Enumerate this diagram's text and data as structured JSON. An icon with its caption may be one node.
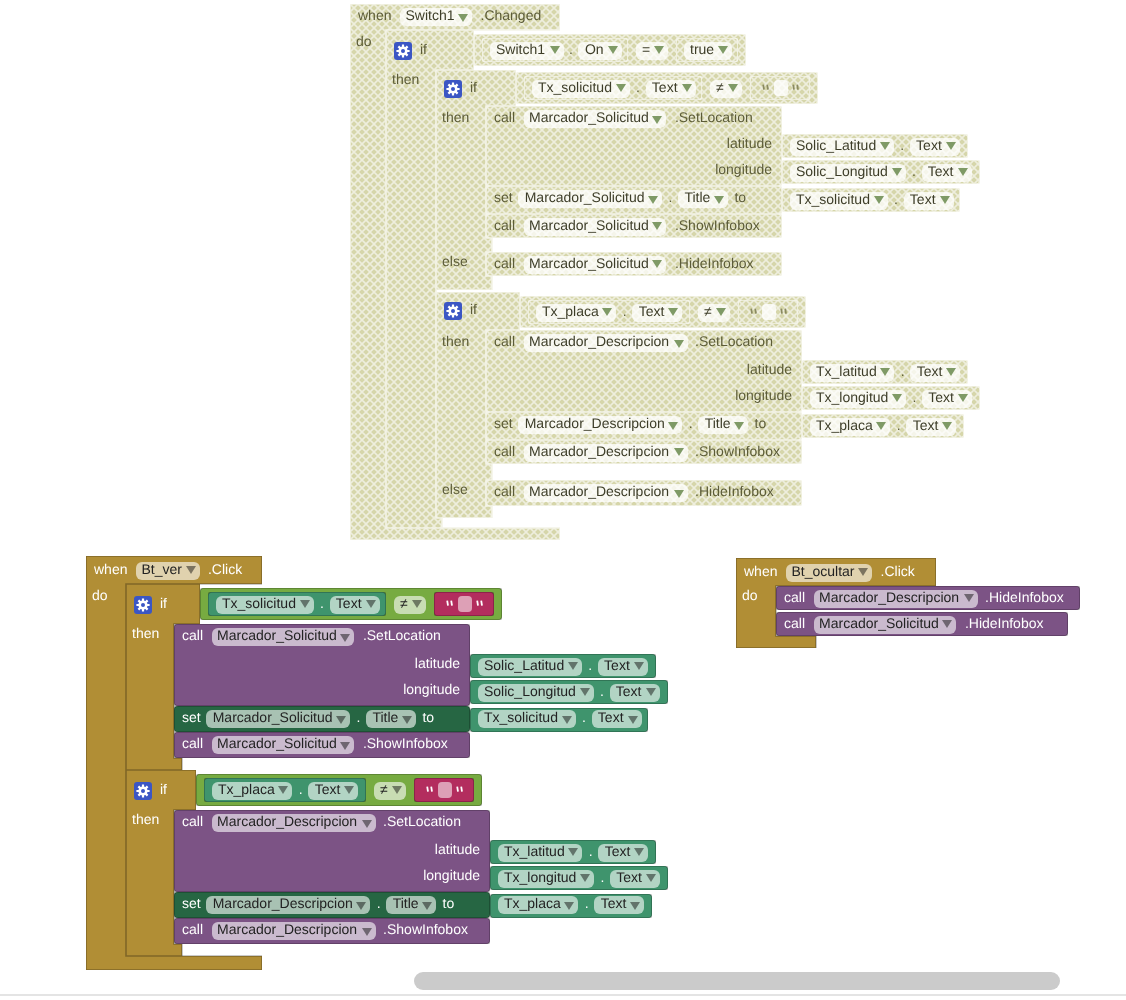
{
  "diagram": {
    "nodes": [
      {
        "text": [
          "when",
          "Switch1",
          ".Changed",
          "do"
        ]
      },
      {
        "text": [
          "if",
          "then"
        ]
      },
      {
        "text": [
          "="
        ]
      },
      {
        "text": [
          "Switch1",
          ".",
          "On"
        ],
        "in": 2
      },
      {
        "text": [
          "true"
        ],
        "in": 2
      },
      {
        "text": [
          "if",
          "then",
          "else"
        ]
      },
      {
        "text": [
          "≠"
        ]
      },
      {
        "text": [
          "Tx_solicitud",
          ".",
          "Text"
        ],
        "in": 6
      },
      {
        "text": [],
        "shape": "box",
        "in": 6
      },
      {
        "text": [
          "call",
          "Marcador_Solicitud",
          ".SetLocation",
          "latitude",
          "longitude"
        ]
      },
      {
        "text": [
          "Solic_Latitud",
          ".",
          "Text"
        ]
      },
      {
        "text": [
          "Solic_Longitud",
          ".",
          "Text"
        ]
      },
      {
        "text": [
          "set",
          "Marcador_Solicitud",
          ".",
          "Title",
          "to"
        ]
      },
      {
        "text": [
          "Tx_solicitud",
          ".",
          "Text"
        ]
      },
      {
        "text": [
          "call",
          "Marcador_Solicitud",
          ".ShowInfobox"
        ]
      },
      {
        "text": [
          "call",
          "Marcador_Solicitud",
          ".HideInfobox"
        ]
      },
      {
        "text": [
          "if",
          "then",
          "else"
        ]
      },
      {
        "text": [
          "≠"
        ]
      },
      {
        "text": [
          "Tx_placa",
          ".",
          "Text"
        ],
        "in": 17
      },
      {
        "text": [],
        "shape": "box",
        "in": 17
      },
      {
        "text": [
          "call",
          "Marcador_Descripcion",
          ".SetLocation",
          "latitude",
          "longitude"
        ]
      },
      {
        "text": [
          "Tx_latitud",
          ".",
          "Text"
        ]
      },
      {
        "text": [
          "Tx_longitud",
          ".",
          "Text"
        ]
      },
      {
        "text": [
          "set",
          "Marcador_Descripcion",
          ".",
          "Title",
          "to"
        ]
      },
      {
        "text": [
          "Tx_placa",
          ".",
          "Text"
        ]
      },
      {
        "text": [
          "call",
          "Marcador_Descripcion",
          ".ShowInfobox"
        ]
      },
      {
        "text": [
          "call",
          "Marcador_Descripcion",
          ".HideInfobox"
        ]
      },
      {
        "text": [
          "when",
          "Bt_ver",
          ".Click",
          "do"
        ]
      },
      {
        "text": [
          "if",
          "then"
        ]
      },
      {
        "text": [
          "≠"
        ]
      },
      {
        "text": [
          "Tx_solicitud",
          ".",
          "Text"
        ],
        "in": 29
      },
      {
        "text": [],
        "shape": "box",
        "in": 29
      },
      {
        "text": [
          "call",
          "Marcador_Solicitud",
          ".SetLocation",
          "latitude",
          "longitude"
        ]
      },
      {
        "text": [
          "Solic_Latitud",
          ".",
          "Text"
        ]
      },
      {
        "text": [
          "Solic_Longitud",
          ".",
          "Text"
        ]
      },
      {
        "text": [
          "set",
          "Marcador_Solicitud",
          ".",
          "Title",
          "to"
        ]
      },
      {
        "text": [
          "Tx_solicitud",
          ".",
          "Text"
        ]
      },
      {
        "text": [
          "call",
          "Marcador_Solicitud",
          ".ShowInfobox"
        ]
      },
      {
        "text": [
          "if",
          "then"
        ]
      },
      {
        "text": [
          "≠"
        ]
      },
      {
        "text": [
          "Tx_placa",
          ".",
          "Text"
        ],
        "in": 39
      },
      {
        "text": [],
        "shape": "box",
        "in": 39
      },
      {
        "text": [
          "call",
          "Marcador_Descripcion",
          ".SetLocation",
          "latitude",
          "longitude"
        ]
      },
      {
        "text": [
          "Tx_latitud",
          ".",
          "Text"
        ]
      },
      {
        "text": [
          "Tx_longitud",
          ".",
          "Text"
        ]
      },
      {
        "text": [
          "set",
          "Marcador_Descripcion",
          ".",
          "Title",
          "to"
        ]
      },
      {
        "text": [
          "Tx_placa",
          ".",
          "Text"
        ]
      },
      {
        "text": [
          "call",
          "Marcador_Descripcion",
          ".ShowInfobox"
        ]
      },
      {
        "text": [
          "when",
          "Bt_ocultar",
          ".Click",
          "do"
        ]
      },
      {
        "text": [
          "call",
          "Marcador_Descripcion",
          ".HideInfobox"
        ]
      },
      {
        "text": [
          "call",
          "Marcador_Solicitud",
          ".HideInfobox"
        ]
      }
    ]
  }
}
